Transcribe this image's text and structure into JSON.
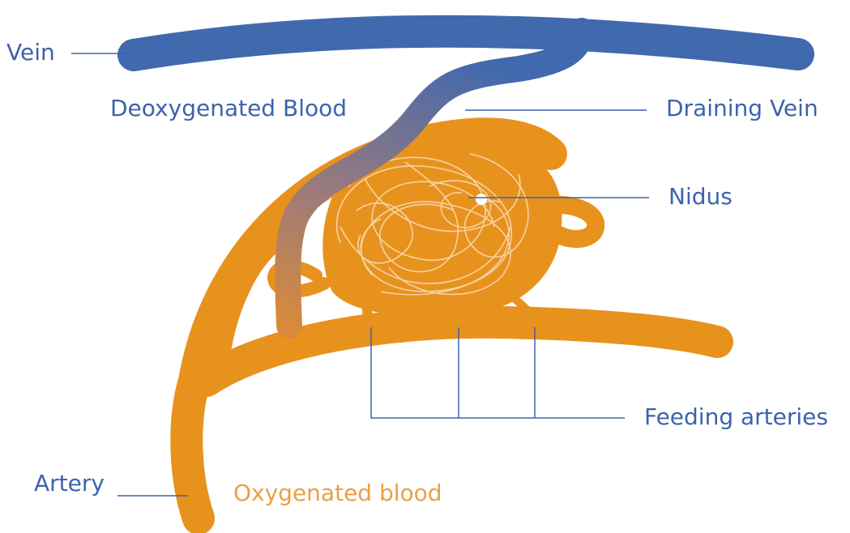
{
  "labels": {
    "vein": "Vein",
    "deoxygenated": "Deoxygenated Blood",
    "draining_vein": "Draining Vein",
    "nidus": "Nidus",
    "feeding_arteries": "Feeding arteries",
    "artery": "Artery",
    "oxygenated": "Oxygenated blood"
  },
  "colors": {
    "vein": "#4169ae",
    "artery": "#e8921e",
    "nidus_tangle": "#f6d7ad",
    "leader_line": "#3d63ac",
    "label_blue": "#3d63ac",
    "label_orange": "#e8a045"
  }
}
